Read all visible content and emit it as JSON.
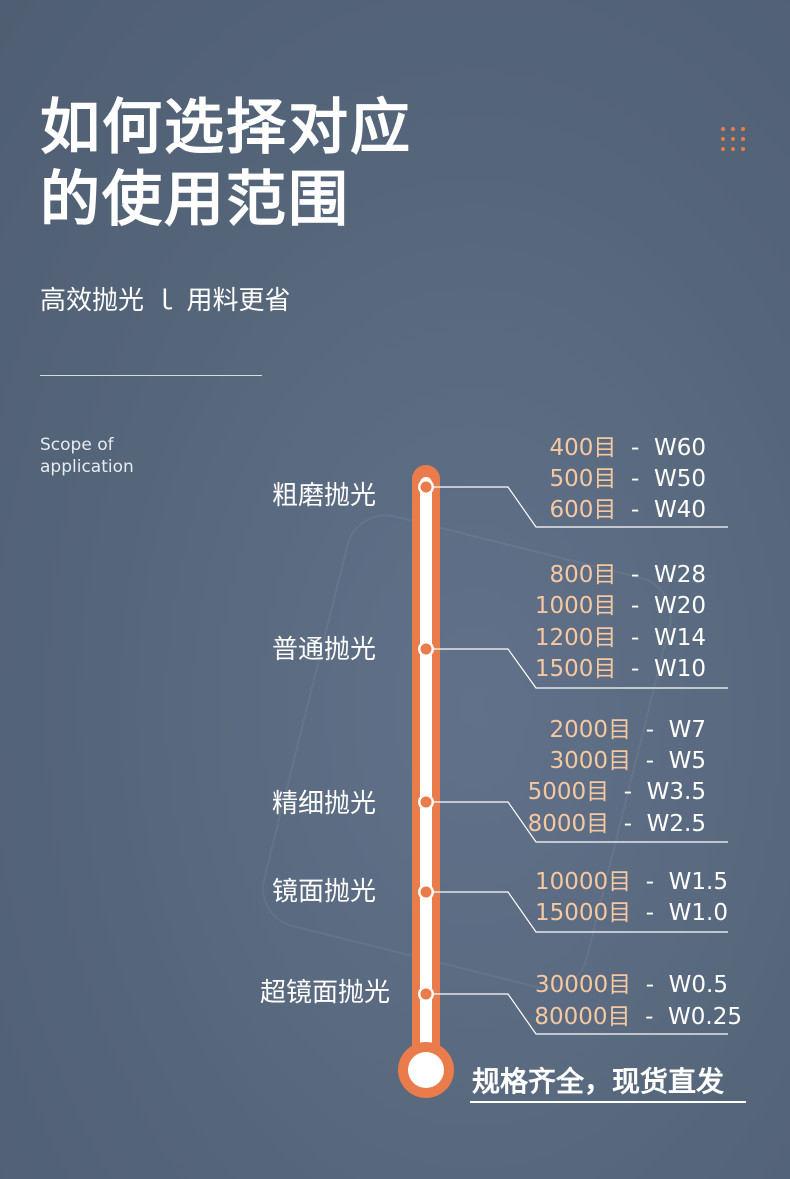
{
  "title": {
    "line1": "如何选择对应",
    "line2": "的使用范围"
  },
  "subtitle": "高效抛光 ｌ 用料更省",
  "scope_label": {
    "line1": "Scope of",
    "line2": "application"
  },
  "icon": "dot-grid-icon",
  "accent_color": "#ea7c4b",
  "mesh_color": "#f5c8a2",
  "stages": [
    {
      "name": "粗磨抛光",
      "specs": [
        {
          "mesh": "400目",
          "rest": "  -  W60"
        },
        {
          "mesh": "500目",
          "rest": "  -  W50"
        },
        {
          "mesh": "600目",
          "rest": "  -  W40"
        }
      ]
    },
    {
      "name": "普通抛光",
      "specs": [
        {
          "mesh": "800目",
          "rest": "  -  W28"
        },
        {
          "mesh": "1000目",
          "rest": "  -  W20"
        },
        {
          "mesh": "1200目",
          "rest": "  -  W14"
        },
        {
          "mesh": "1500目",
          "rest": "  -  W10"
        }
      ]
    },
    {
      "name": "精细抛光",
      "specs": [
        {
          "mesh": "2000目",
          "rest": "  -  W7"
        },
        {
          "mesh": "3000目",
          "rest": "  -  W5"
        },
        {
          "mesh": "5000目",
          "rest": "  -  W3.5"
        },
        {
          "mesh": "8000目",
          "rest": "  -  W2.5"
        }
      ]
    },
    {
      "name": "镜面抛光",
      "specs": [
        {
          "mesh": "10000目",
          "rest": "  -  W1.5"
        },
        {
          "mesh": "15000目",
          "rest": "  -  W1.0"
        }
      ]
    },
    {
      "name": "超镜面抛光",
      "specs": [
        {
          "mesh": "30000目",
          "rest": "  -  W0.5"
        },
        {
          "mesh": "80000目",
          "rest": "  -  W0.25"
        }
      ]
    }
  ],
  "tagline": "规格齐全，现货直发"
}
